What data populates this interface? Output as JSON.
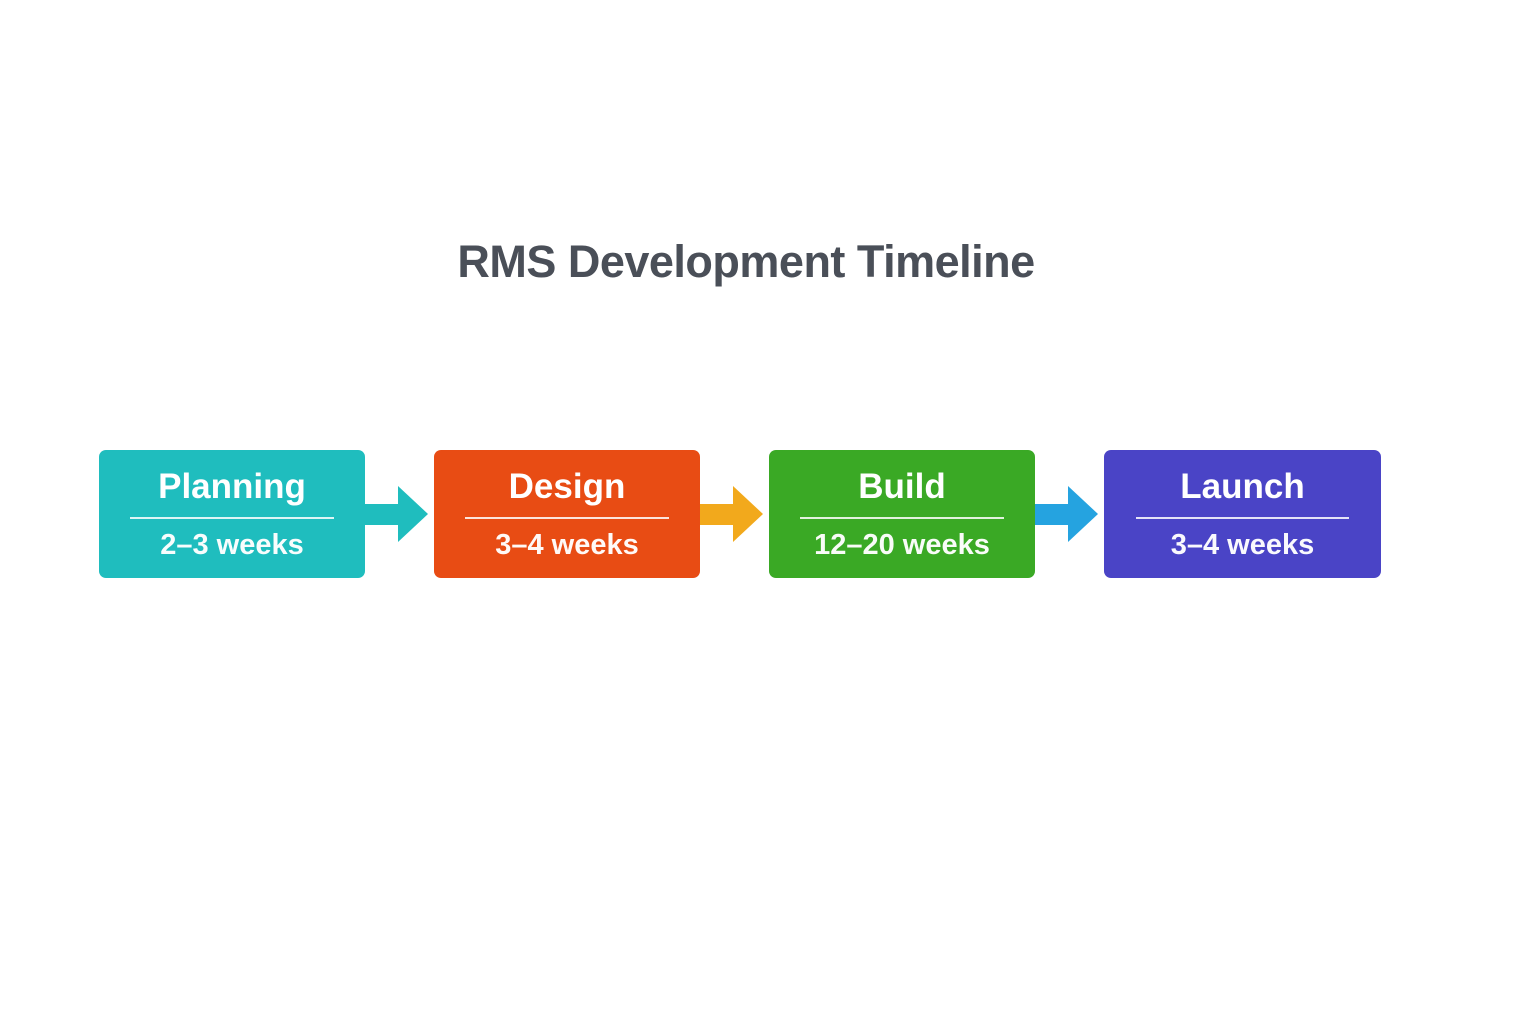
{
  "page": {
    "title": "RMS Development Timeline",
    "title_color": "#4a4f58",
    "background_color": "#ffffff"
  },
  "timeline": {
    "stages": [
      {
        "name": "Planning",
        "duration": "2–3 weeks",
        "color": "#1fbdbe"
      },
      {
        "name": "Design",
        "duration": "3–4 weeks",
        "color": "#e84c14"
      },
      {
        "name": "Build",
        "duration": "12–20 weeks",
        "color": "#3aa925"
      },
      {
        "name": "Launch",
        "duration": "3–4 weeks",
        "color": "#4a44c6"
      }
    ],
    "arrows": [
      {
        "from": "Planning",
        "to": "Design",
        "color": "#1fbdbe"
      },
      {
        "from": "Design",
        "to": "Build",
        "color": "#f2a91c"
      },
      {
        "from": "Build",
        "to": "Launch",
        "color": "#25a3e0"
      }
    ]
  }
}
